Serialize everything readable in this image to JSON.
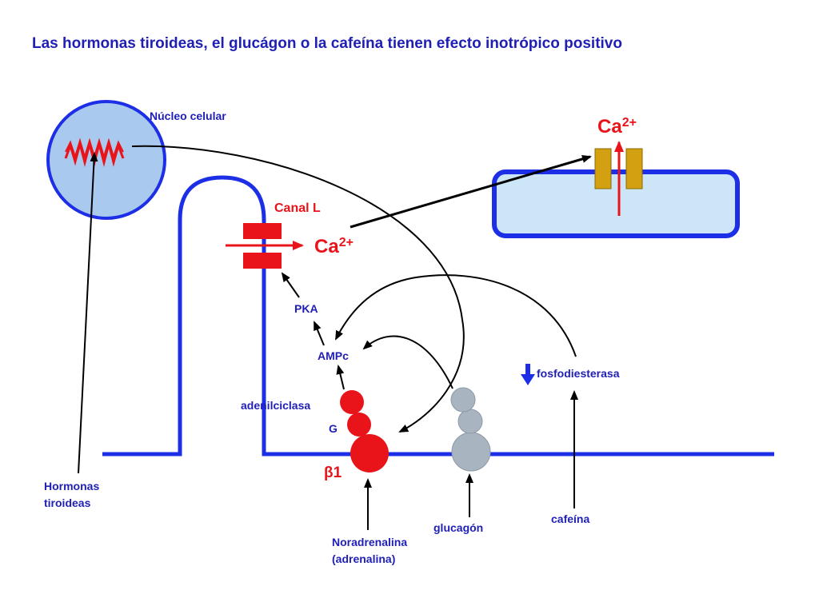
{
  "title": "Las hormonas tiroideas, el glucágon o la cafeína tienen efecto inotrópico positivo",
  "labels": {
    "nucleus": "Núcleo celular",
    "canal_l": "Canal L",
    "ca_channel": "Ca",
    "ca_channel_sup": "2+",
    "ca_reticulum": "Ca",
    "ca_reticulum_sup": "2+",
    "pka": "PKA",
    "ampc": "AMPc",
    "adenilciclasa": "adenilciclasa",
    "g_protein": "G",
    "beta1": "β1",
    "fosfodiesterasa": "fosfodiesterasa",
    "hormonas_line1": "Hormonas",
    "hormonas_line2": "tiroideas",
    "noradrenalina_line1": "Noradrenalina",
    "noradrenalina_line2": "(adrenalina)",
    "glucagon": "glucagón",
    "cafeina": "cafeína"
  },
  "colors": {
    "title": "#1f1fb4",
    "membrane": "#1d2fe6",
    "nucleus_fill": "#a9c9ef",
    "reticulum_fill": "#cce6f8",
    "red": "#e8141a",
    "gray_receptor": "#a8b4c0",
    "gold_channel": "#d2a010",
    "arrow": "#000000"
  },
  "icons": {
    "dna": "dna-strand-icon",
    "decrease": "down-arrow-icon"
  }
}
